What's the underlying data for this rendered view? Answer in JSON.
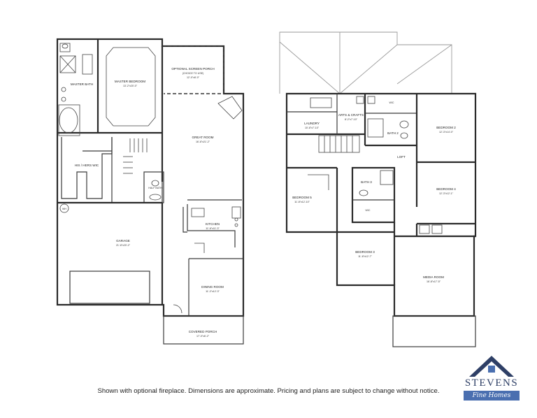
{
  "first_floor": {
    "master_bath": "MASTER BATH",
    "master_bedroom": "MASTER BEDROOM",
    "master_bedroom_dim": "13'-2\"x20'-0\"",
    "screen_porch": "OPTIONAL SCREEN PORCH",
    "screen_porch_note": "(CHOICE TO USE)",
    "screen_porch_dim": "12'-0\"x8'-0\"",
    "his_hers_wic": "HIS / HERS WIC",
    "great_room": "GREAT ROOM",
    "great_room_dim": "16'-8\"x21'-2\"",
    "half_bath": "HALF BATH",
    "water_heater": "WH",
    "garage": "GARAGE",
    "garage_dim": "21'-8\"x20'-2\"",
    "kitchen": "KITCHEN",
    "kitchen_dim": "11'-6\"x11'-3\"",
    "dining_room": "DINING ROOM",
    "dining_room_dim": "11'-2\"x12'-3\"",
    "covered_porch": "COVERED PORCH",
    "covered_porch_dim": "17'-0\"x6'-2\""
  },
  "second_floor": {
    "laundry": "LAUNDRY",
    "laundry_dim": "10'-8\"x7'-10\"",
    "arts_crafts": "ARTS & CRAFTS",
    "arts_crafts_dim": "8'-2\"x7'-10\"",
    "wic": "WIC",
    "bath_2": "BATH 2",
    "bedroom_2": "BEDROOM 2",
    "bedroom_2_dim": "12'-3\"x14'-0\"",
    "loft": "LOFT",
    "bedroom_5": "BEDROOM 5",
    "bedroom_5_dim": "11'-8\"x12'-10\"",
    "bath_3": "BATH 3",
    "bedroom_4": "BEDROOM 4",
    "bedroom_4_dim": "12'-3\"x12'-1\"",
    "bedroom_3": "BEDROOM 3",
    "bedroom_3_dim": "11'-8\"x12'-7\"",
    "media_room": "MEDIA ROOM",
    "media_room_dim": "16'-8\"x17'-5\""
  },
  "caption": "Shown with optional fireplace. Dimensions are approximate. Pricing and plans are subject to change without notice.",
  "logo": {
    "wordmark": "STEVENS",
    "script": "Fine Homes",
    "roof_color": "#2e3f66",
    "accent_color": "#4a6fb0"
  }
}
